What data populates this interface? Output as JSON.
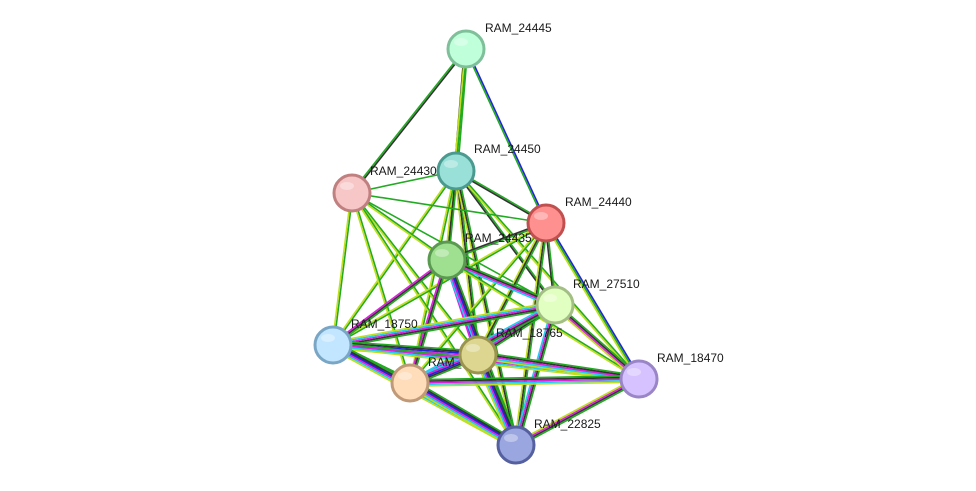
{
  "network": {
    "nodes": [
      {
        "id": "RAM_24445",
        "label": "RAM_24445",
        "fill": "#bfffd9",
        "stroke": "#7fbf99"
      },
      {
        "id": "RAM_24450",
        "label": "RAM_24450",
        "fill": "#99e0d9",
        "stroke": "#4a9a8f"
      },
      {
        "id": "RAM_24430",
        "label": "RAM_24430",
        "fill": "#f7c6c6",
        "stroke": "#c08080"
      },
      {
        "id": "RAM_24440",
        "label": "RAM_24440",
        "fill": "#ff9090",
        "stroke": "#c05050"
      },
      {
        "id": "RAM_24435",
        "label": "RAM_24435",
        "fill": "#9fdf90",
        "stroke": "#5a9a50"
      },
      {
        "id": "RAM_27510",
        "label": "RAM_27510",
        "fill": "#e2ffc2",
        "stroke": "#a3bf85"
      },
      {
        "id": "RAM_18750",
        "label": "RAM_18750",
        "fill": "#c2e6ff",
        "stroke": "#7aa6c6"
      },
      {
        "id": "RAM_18765",
        "label": "RAM_18765",
        "fill": "#dcd690",
        "stroke": "#9a9450"
      },
      {
        "id": "RAM_unlabeled",
        "label": "RAM_",
        "fill": "#ffdcba",
        "stroke": "#c09a78"
      },
      {
        "id": "RAM_18470",
        "label": "RAM_18470",
        "fill": "#d6c2ff",
        "stroke": "#9a85c6"
      },
      {
        "id": "RAM_22825",
        "label": "RAM_22825",
        "fill": "#9aa6e0",
        "stroke": "#55609f"
      }
    ],
    "edges": [
      {
        "source": "RAM_24445",
        "target": "RAM_24430",
        "colors": [
          "#333333",
          "#22aa22"
        ]
      },
      {
        "source": "RAM_24445",
        "target": "RAM_24450",
        "colors": [
          "#22aa22",
          "#bfdf20",
          "#333333"
        ]
      },
      {
        "source": "RAM_24445",
        "target": "RAM_24440",
        "colors": [
          "#2222dd",
          "#22aa22"
        ]
      },
      {
        "source": "RAM_24445",
        "target": "RAM_24435",
        "colors": [
          "#22aa22",
          "#bfdf20"
        ]
      },
      {
        "source": "RAM_24450",
        "target": "RAM_24430",
        "colors": [
          "#22aa22"
        ]
      },
      {
        "source": "RAM_24450",
        "target": "RAM_24440",
        "colors": [
          "#22aa22",
          "#333333"
        ]
      },
      {
        "source": "RAM_24450",
        "target": "RAM_24435",
        "colors": [
          "#22aa22",
          "#333333",
          "#bfdf20"
        ]
      },
      {
        "source": "RAM_24450",
        "target": "RAM_27510",
        "colors": [
          "#22aa22",
          "#333333"
        ]
      },
      {
        "source": "RAM_24450",
        "target": "RAM_18750",
        "colors": [
          "#22aa22",
          "#bfdf20"
        ]
      },
      {
        "source": "RAM_24450",
        "target": "RAM_18765",
        "colors": [
          "#22aa22",
          "#333333",
          "#bfdf20"
        ]
      },
      {
        "source": "RAM_24450",
        "target": "RAM_unlabeled",
        "colors": [
          "#22aa22",
          "#bfdf20"
        ]
      },
      {
        "source": "RAM_24450",
        "target": "RAM_18470",
        "colors": [
          "#22aa22",
          "#bfdf20"
        ]
      },
      {
        "source": "RAM_24450",
        "target": "RAM_22825",
        "colors": [
          "#22aa22",
          "#333333",
          "#bfdf20"
        ]
      },
      {
        "source": "RAM_24430",
        "target": "RAM_24440",
        "colors": [
          "#22aa22"
        ]
      },
      {
        "source": "RAM_24430",
        "target": "RAM_24435",
        "colors": [
          "#22aa22",
          "#bfdf20"
        ]
      },
      {
        "source": "RAM_24430",
        "target": "RAM_27510",
        "colors": [
          "#22aa22"
        ]
      },
      {
        "source": "RAM_24430",
        "target": "RAM_18750",
        "colors": [
          "#22aa22",
          "#bfdf20"
        ]
      },
      {
        "source": "RAM_24430",
        "target": "RAM_18765",
        "colors": [
          "#22aa22",
          "#bfdf20"
        ]
      },
      {
        "source": "RAM_24430",
        "target": "RAM_unlabeled",
        "colors": [
          "#22aa22",
          "#bfdf20"
        ]
      },
      {
        "source": "RAM_24430",
        "target": "RAM_22825",
        "colors": [
          "#22aa22",
          "#bfdf20"
        ]
      },
      {
        "source": "RAM_24440",
        "target": "RAM_24435",
        "colors": [
          "#22aa22",
          "#333333"
        ]
      },
      {
        "source": "RAM_24440",
        "target": "RAM_27510",
        "colors": [
          "#22aa22",
          "#333333"
        ]
      },
      {
        "source": "RAM_24440",
        "target": "RAM_18765",
        "colors": [
          "#22aa22",
          "#333333",
          "#bfdf20"
        ]
      },
      {
        "source": "RAM_24440",
        "target": "RAM_unlabeled",
        "colors": [
          "#22aa22",
          "#bfdf20"
        ]
      },
      {
        "source": "RAM_24440",
        "target": "RAM_18470",
        "colors": [
          "#2222dd",
          "#22aa22",
          "#bfdf20"
        ]
      },
      {
        "source": "RAM_24440",
        "target": "RAM_22825",
        "colors": [
          "#22aa22",
          "#333333",
          "#bfdf20"
        ]
      },
      {
        "source": "RAM_24440",
        "target": "RAM_18750",
        "colors": [
          "#22aa22",
          "#bfdf20"
        ]
      },
      {
        "source": "RAM_24435",
        "target": "RAM_27510",
        "colors": [
          "#22aa22",
          "#333333",
          "#dd22dd",
          "#22ccee"
        ]
      },
      {
        "source": "RAM_24435",
        "target": "RAM_18750",
        "colors": [
          "#22aa22",
          "#333333",
          "#dd22dd"
        ]
      },
      {
        "source": "RAM_24435",
        "target": "RAM_18765",
        "colors": [
          "#22aa22",
          "#333333",
          "#2222dd",
          "#dd22dd"
        ]
      },
      {
        "source": "RAM_24435",
        "target": "RAM_unlabeled",
        "colors": [
          "#22aa22",
          "#333333",
          "#dd22dd"
        ]
      },
      {
        "source": "RAM_24435",
        "target": "RAM_18470",
        "colors": [
          "#22aa22",
          "#bfdf20"
        ]
      },
      {
        "source": "RAM_24435",
        "target": "RAM_22825",
        "colors": [
          "#22aa22",
          "#333333",
          "#2222dd",
          "#dd22dd",
          "#22ccee"
        ]
      },
      {
        "source": "RAM_27510",
        "target": "RAM_18750",
        "colors": [
          "#22aa22",
          "#333333",
          "#dd22dd",
          "#22ccee",
          "#bfdf20"
        ]
      },
      {
        "source": "RAM_27510",
        "target": "RAM_18765",
        "colors": [
          "#22aa22",
          "#333333",
          "#dd22dd",
          "#22ccee"
        ]
      },
      {
        "source": "RAM_27510",
        "target": "RAM_unlabeled",
        "colors": [
          "#22aa22",
          "#333333",
          "#dd22dd",
          "#22ccee"
        ]
      },
      {
        "source": "RAM_27510",
        "target": "RAM_18470",
        "colors": [
          "#22aa22",
          "#333333",
          "#dd22dd",
          "#bfdf20"
        ]
      },
      {
        "source": "RAM_27510",
        "target": "RAM_22825",
        "colors": [
          "#22aa22",
          "#333333",
          "#dd22dd",
          "#22ccee"
        ]
      },
      {
        "source": "RAM_18750",
        "target": "RAM_18765",
        "colors": [
          "#22aa22",
          "#333333",
          "#2222dd",
          "#dd22dd",
          "#22ccee",
          "#bfdf20"
        ]
      },
      {
        "source": "RAM_18750",
        "target": "RAM_unlabeled",
        "colors": [
          "#22aa22",
          "#333333",
          "#2222dd",
          "#dd22dd",
          "#bfdf20"
        ]
      },
      {
        "source": "RAM_18750",
        "target": "RAM_18470",
        "colors": [
          "#22aa22",
          "#dd22dd",
          "#22ccee",
          "#bfdf20"
        ]
      },
      {
        "source": "RAM_18750",
        "target": "RAM_22825",
        "colors": [
          "#22aa22",
          "#333333",
          "#2222dd",
          "#dd22dd",
          "#22ccee",
          "#bfdf20"
        ]
      },
      {
        "source": "RAM_18765",
        "target": "RAM_unlabeled",
        "colors": [
          "#22aa22",
          "#333333",
          "#2222dd",
          "#dd22dd",
          "#22ccee"
        ]
      },
      {
        "source": "RAM_18765",
        "target": "RAM_18470",
        "colors": [
          "#22aa22",
          "#333333",
          "#dd22dd",
          "#22ccee",
          "#bfdf20"
        ]
      },
      {
        "source": "RAM_18765",
        "target": "RAM_22825",
        "colors": [
          "#22aa22",
          "#333333",
          "#2222dd",
          "#dd22dd",
          "#22ccee",
          "#bfdf20"
        ]
      },
      {
        "source": "RAM_unlabeled",
        "target": "RAM_18470",
        "colors": [
          "#22aa22",
          "#333333",
          "#dd22dd",
          "#22ccee",
          "#bfdf20"
        ]
      },
      {
        "source": "RAM_unlabeled",
        "target": "RAM_22825",
        "colors": [
          "#22aa22",
          "#333333",
          "#2222dd",
          "#dd22dd",
          "#22ccee",
          "#bfdf20"
        ]
      },
      {
        "source": "RAM_18470",
        "target": "RAM_22825",
        "colors": [
          "#22aa22",
          "#333333",
          "#dd22dd",
          "#bfdf20"
        ]
      }
    ]
  }
}
